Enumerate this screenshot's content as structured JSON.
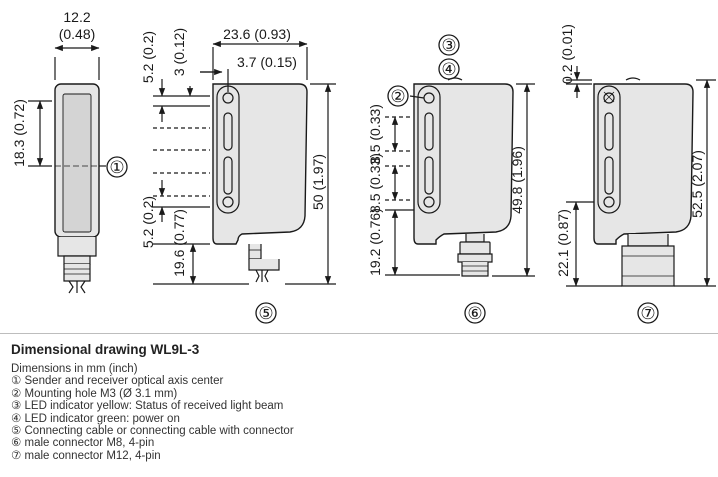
{
  "dimensions": {
    "width_top": "12.2",
    "width_top_in": "(0.48)",
    "side_height": "18.3 (0.72)",
    "top_width": "23.6 (0.93)",
    "top_offset_inner": "3.7 (0.15)",
    "top_offset_52": "5.2 (0.2)",
    "top_offset_3": "3 (0.12)",
    "bottom_offset_52": "5.2 (0.2)",
    "bottom_196": "19.6 (0.77)",
    "height_50": "50 (1.97)",
    "hole_85_a": "8.5 (0.33)",
    "hole_85_b": "8.5 (0.33)",
    "bottom_192": "19.2 (0.76)",
    "height_498": "49.8 (1.96)",
    "top_02": "0.2 (0.01)",
    "bottom_221": "22.1 (0.87)",
    "height_525": "52.5 (2.07)"
  },
  "callouts": {
    "c1": "①",
    "c2": "②",
    "c3": "③",
    "c4": "④",
    "c5": "⑤",
    "c6": "⑥",
    "c7": "⑦"
  },
  "legend": {
    "title": "Dimensional drawing WL9L-3",
    "units": "Dimensions in mm (inch)",
    "items": [
      "① Sender and receiver optical axis center",
      "② Mounting hole M3 (Ø 3.1 mm)",
      "③ LED indicator yellow: Status of received light beam",
      "④ LED indicator green: power on",
      "⑤ Connecting cable or connecting cable with connector",
      "⑥ male connector M8, 4-pin",
      "⑦ male connector M12, 4-pin"
    ]
  }
}
